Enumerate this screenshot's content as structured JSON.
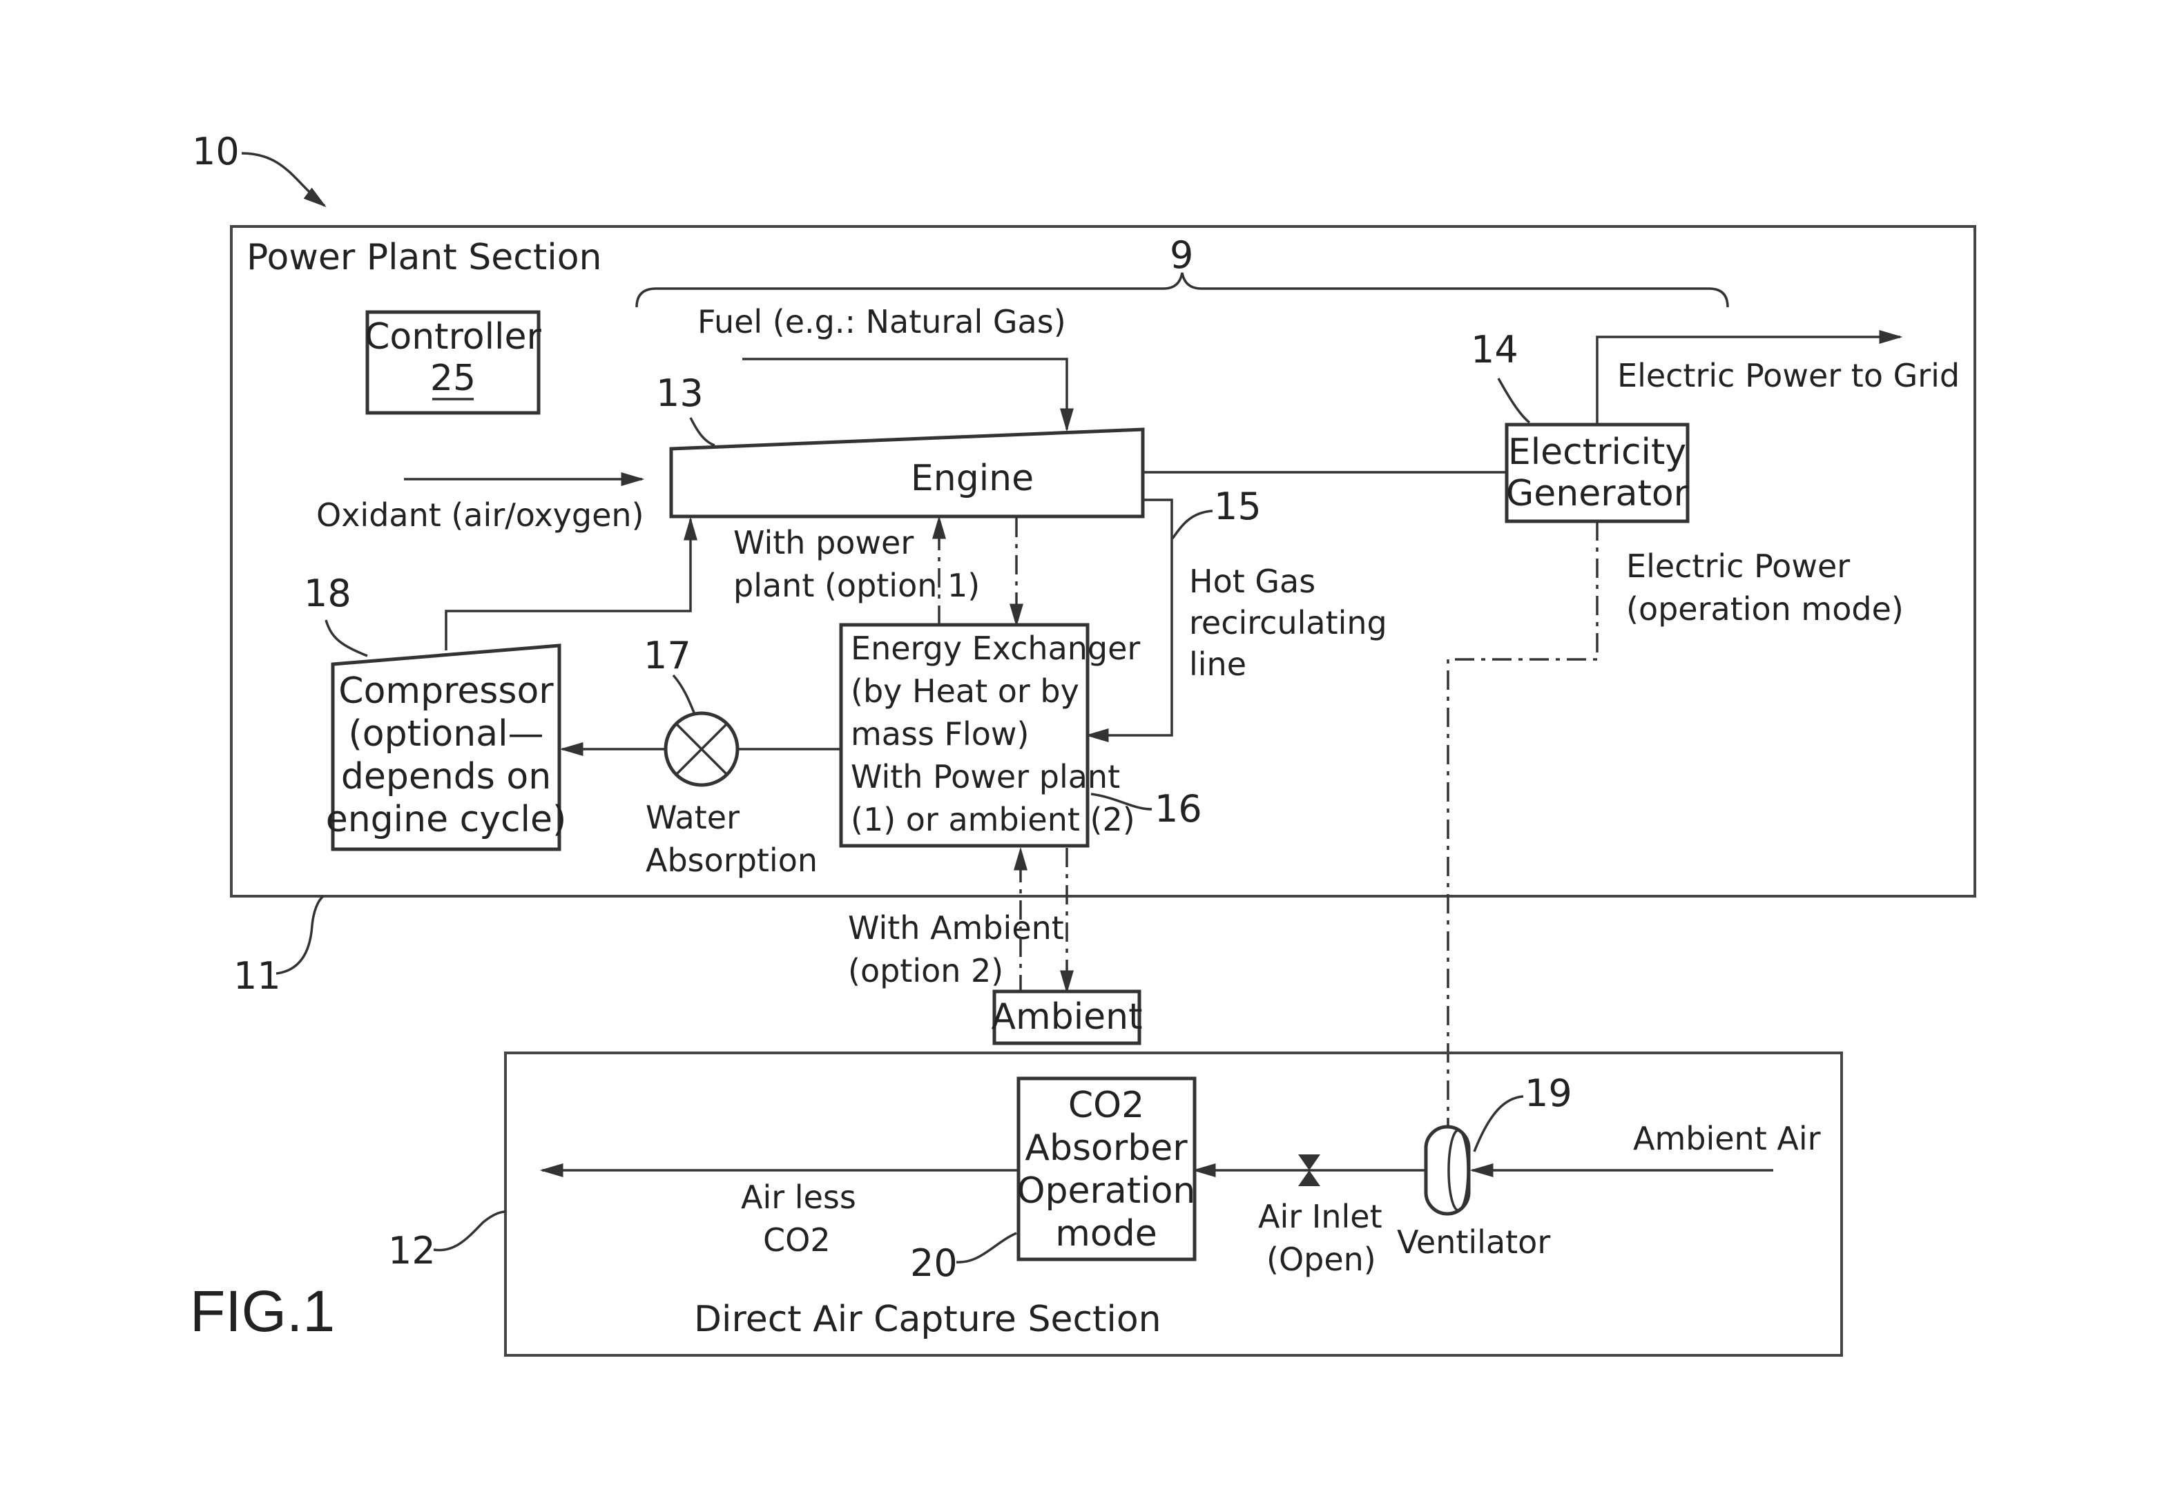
{
  "figure": {
    "label": "FIG.1"
  },
  "refs": {
    "system": "10",
    "power_plant": "11",
    "dac": "12",
    "engine": "13",
    "generator": "14",
    "hot_gas": "15",
    "exchanger": "16",
    "water_absorption": "17",
    "compressor": "18",
    "ventilator": "19",
    "absorber": "20",
    "brace": "9"
  },
  "power_plant_section": {
    "title": "Power Plant Section",
    "controller": {
      "line1": "Controller",
      "line2": "25"
    },
    "fuel_label": "Fuel (e.g.: Natural Gas)",
    "oxidant_label": "Oxidant (air/oxygen)",
    "engine_label": "Engine",
    "generator": {
      "line1": "Electricity",
      "line2": "Generator"
    },
    "grid_label": "Electric Power to Grid",
    "electric_power": {
      "line1": "Electric Power",
      "line2": "(operation mode)"
    },
    "hot_gas": {
      "line1": "Hot Gas",
      "line2": "recirculating",
      "line3": "line"
    },
    "with_power_plant": {
      "line1": "With power",
      "line2": "plant (option 1)"
    },
    "exchanger": {
      "line1": "Energy Exchanger",
      "line2": "(by Heat or by",
      "line3": "mass Flow)",
      "line4": "With Power plant",
      "line5": "(1) or ambient (2)"
    },
    "water_absorption": {
      "line1": "Water",
      "line2": "Absorption"
    },
    "compressor": {
      "line1": "Compressor",
      "line2": "(optional—",
      "line3": "depends on",
      "line4": "engine cycle)"
    }
  },
  "ambient": {
    "with_ambient": {
      "line1": "With Ambient",
      "line2": "(option 2)"
    },
    "box_label": "Ambient"
  },
  "dac_section": {
    "title": "Direct Air Capture Section",
    "absorber": {
      "line1": "CO2",
      "line2": "Absorber",
      "line3": "Operation",
      "line4": "mode"
    },
    "air_less": {
      "line1": "Air less",
      "line2": "CO2"
    },
    "air_inlet": {
      "line1": "Air Inlet",
      "line2": "(Open)"
    },
    "ventilator_label": "Ventilator",
    "ambient_air_label": "Ambient Air"
  }
}
